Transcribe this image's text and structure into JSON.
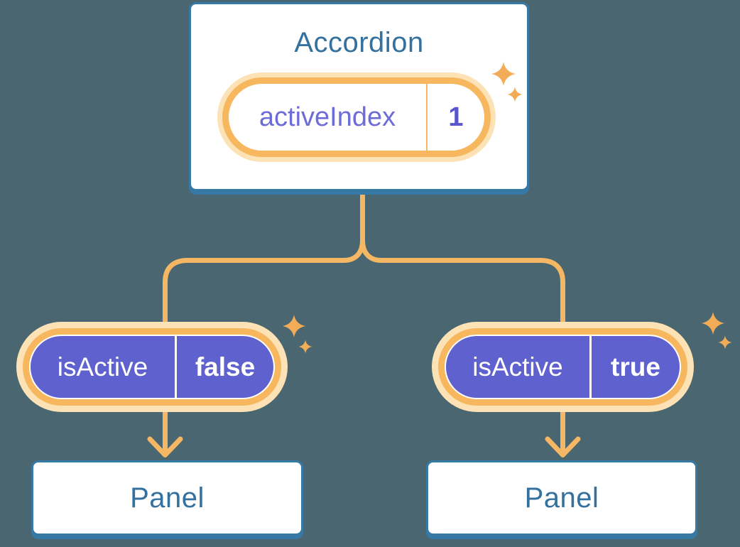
{
  "diagram": {
    "root": {
      "title": "Accordion",
      "state": {
        "name": "activeIndex",
        "value": "1"
      }
    },
    "children": [
      {
        "prop": {
          "name": "isActive",
          "value": "false"
        },
        "panel": {
          "title": "Panel"
        }
      },
      {
        "prop": {
          "name": "isActive",
          "value": "true"
        },
        "panel": {
          "title": "Panel"
        }
      }
    ]
  },
  "theme": {
    "bg": "#4A6771",
    "blue_border": "#3779A5",
    "blue_text": "#35719F",
    "purple_fill": "#5E61CE",
    "purple_text": "#6E6CD9",
    "purple_value_text": "#5A55CB",
    "orange_ring": "#F6B75F",
    "orange_halo": "#FCE2B4",
    "orange_line": "#F5B763",
    "sparkle": "#F2AC58",
    "white": "#FFFFFF"
  }
}
